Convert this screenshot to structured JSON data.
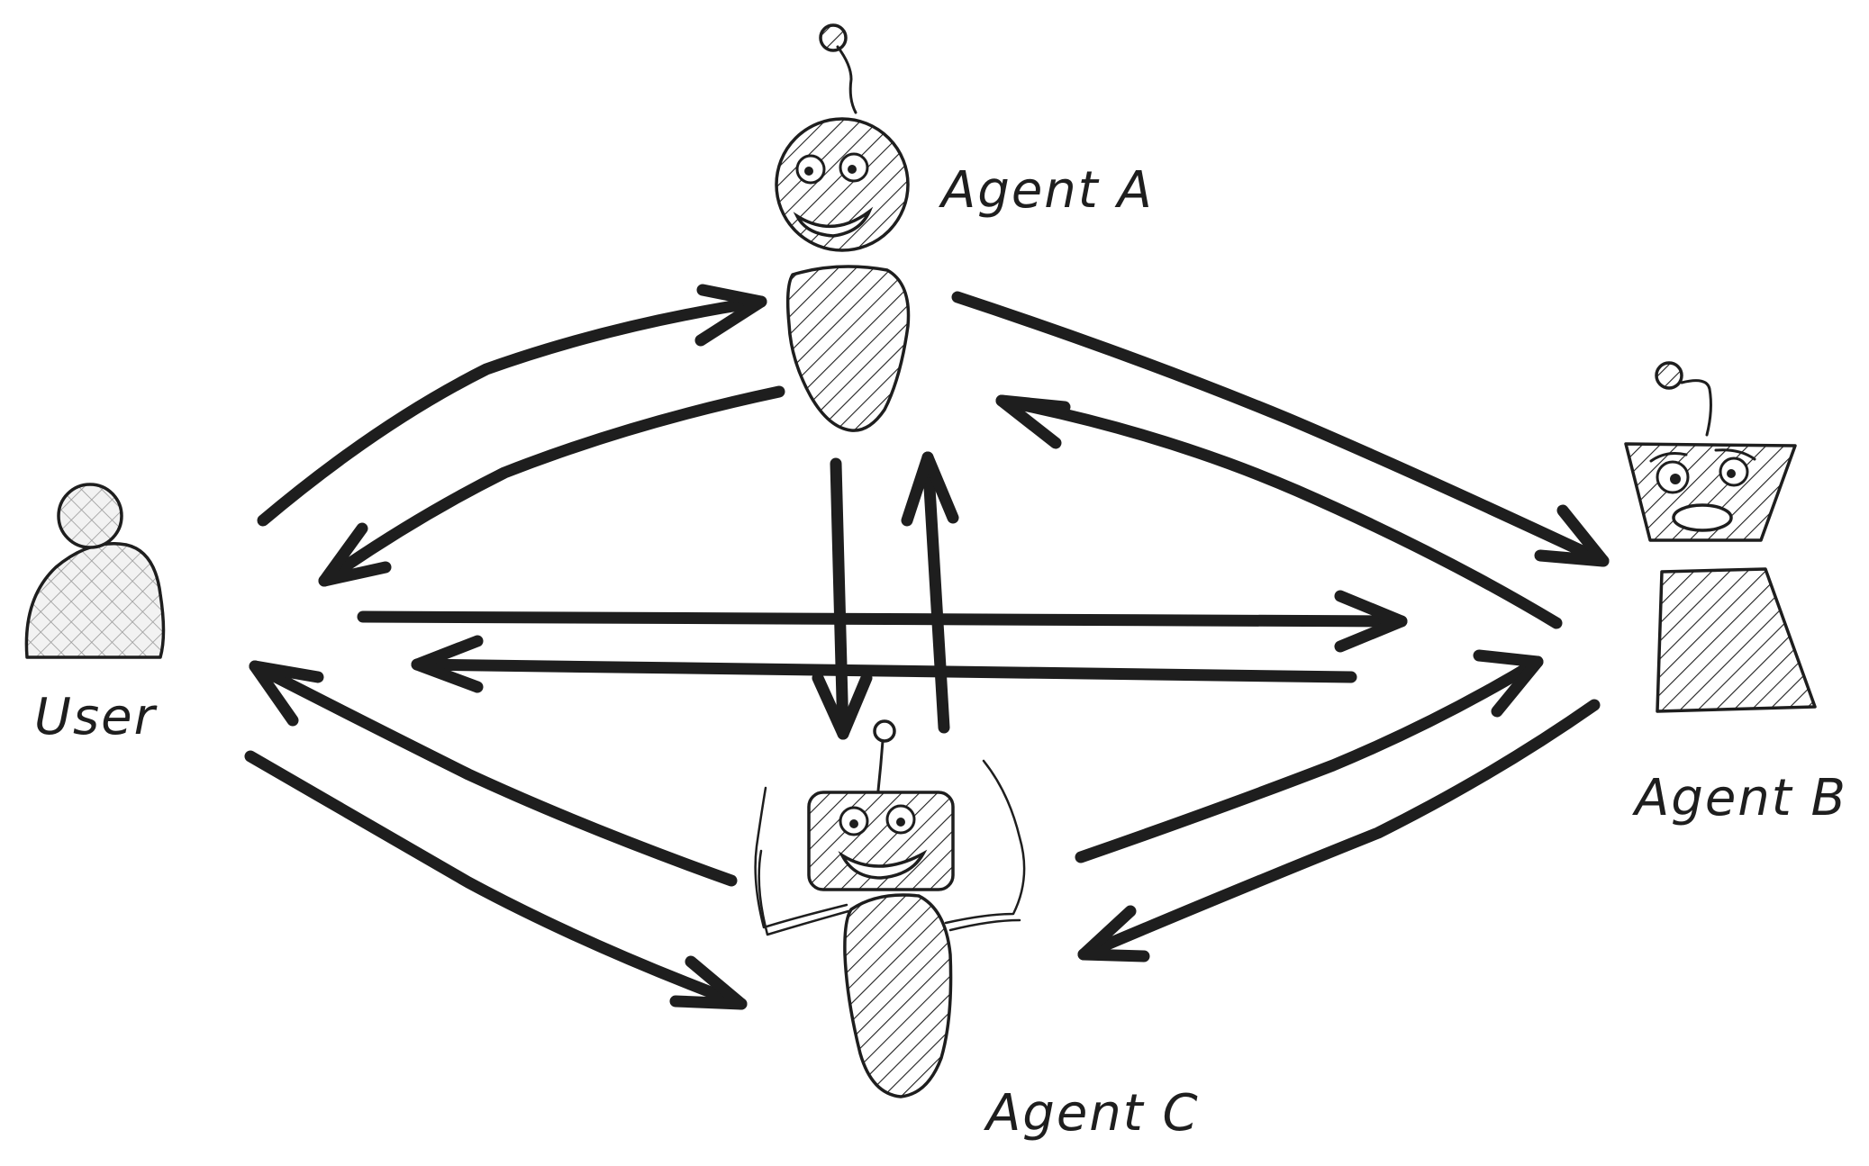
{
  "nodes": {
    "user": {
      "label": "User"
    },
    "agent_a": {
      "label": "Agent A"
    },
    "agent_b": {
      "label": "Agent B"
    },
    "agent_c": {
      "label": "Agent C"
    }
  },
  "edges": [
    {
      "from": "User",
      "to": "Agent A"
    },
    {
      "from": "Agent A",
      "to": "User"
    },
    {
      "from": "User",
      "to": "Agent B"
    },
    {
      "from": "Agent B",
      "to": "User"
    },
    {
      "from": "User",
      "to": "Agent C"
    },
    {
      "from": "Agent C",
      "to": "User"
    },
    {
      "from": "Agent A",
      "to": "Agent B"
    },
    {
      "from": "Agent B",
      "to": "Agent A"
    },
    {
      "from": "Agent A",
      "to": "Agent C"
    },
    {
      "from": "Agent C",
      "to": "Agent A"
    },
    {
      "from": "Agent B",
      "to": "Agent C"
    },
    {
      "from": "Agent C",
      "to": "Agent B"
    }
  ],
  "colors": {
    "ink": "#1e1e1e",
    "background": "#ffffff",
    "user_fill": "#e9e9e9"
  }
}
